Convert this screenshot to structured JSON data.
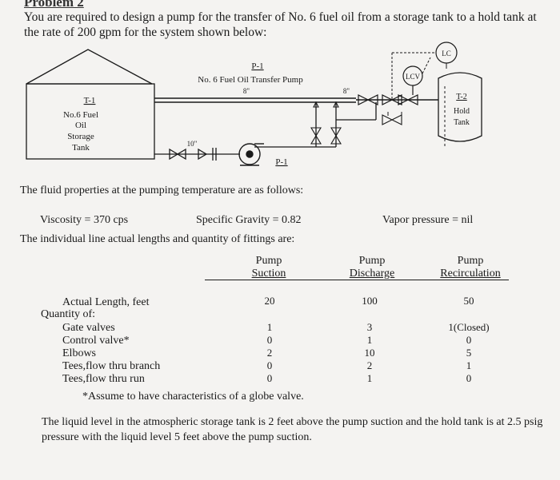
{
  "header": {
    "title": "Problem 2",
    "intro": "You are required to design a pump for the transfer of No. 6 fuel oil from a storage tank to a hold tank at the rate of 200 gpm for the system shown below:"
  },
  "diagram": {
    "storage_tank": {
      "tag": "T-1",
      "lines": [
        "No.6 Fuel",
        "Oil",
        "Storage",
        "Tank"
      ]
    },
    "pump_label": {
      "tag": "P-1",
      "name": "No. 6 Fuel Oil Transfer Pump",
      "size": "8\""
    },
    "discharge_size": "8\"",
    "suction_size": "10\"",
    "pump_tag_below": "P-1",
    "level_controller": "LC",
    "level_control_valve": "LCV",
    "hold_tank": {
      "tag": "T-2",
      "lines": [
        "Hold",
        "Tank"
      ]
    }
  },
  "properties": {
    "intro": "The fluid properties at the pumping temperature are as follows:",
    "viscosity": "Viscosity = 370 cps",
    "specific_gravity": "Specific Gravity = 0.82",
    "vapor_pressure": "Vapor pressure = nil"
  },
  "lines_table": {
    "intro": "The individual line actual lengths and quantity of fittings are:",
    "columns": [
      {
        "top": "Pump",
        "bottom": "Suction"
      },
      {
        "top": "Pump",
        "bottom": "Discharge"
      },
      {
        "top": "Pump",
        "bottom": "Recirculation"
      }
    ],
    "actual_length": {
      "label": "Actual Length, feet",
      "values": [
        "20",
        "100",
        "50"
      ]
    },
    "quantity_label": "Quantity of:",
    "rows": [
      {
        "label": "Gate valves",
        "values": [
          "1",
          "3",
          "1(Closed)"
        ]
      },
      {
        "label": "Control valve*",
        "values": [
          "0",
          "1",
          "0"
        ]
      },
      {
        "label": "Elbows",
        "values": [
          "2",
          "10",
          "5"
        ]
      },
      {
        "label": "Tees,flow thru branch",
        "values": [
          "0",
          "2",
          "1"
        ]
      },
      {
        "label": "Tees,flow thru run",
        "values": [
          "0",
          "1",
          "0"
        ]
      }
    ],
    "note": "*Assume to have characteristics of a globe valve."
  },
  "closing": "The liquid level in the atmospheric storage tank is 2 feet above the pump suction and the hold tank is at 2.5 psig pressure with the liquid level 5 feet above the pump suction."
}
